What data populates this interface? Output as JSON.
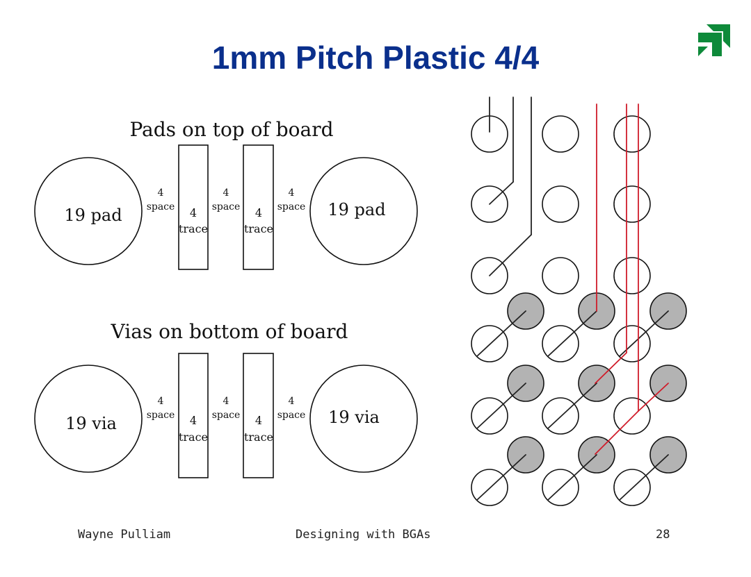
{
  "slide": {
    "title": "1mm Pitch Plastic 4/4",
    "logo_color": "#0e8a3a",
    "title_color": "#0a2f8c"
  },
  "top_section": {
    "heading": "Pads on top of board",
    "left_circle": "19 pad",
    "right_circle": "19 pad",
    "space_num": "4",
    "space_word": "space",
    "trace_num": "4",
    "trace_word": "trace"
  },
  "bottom_section": {
    "heading": "Vias on bottom of board",
    "left_circle": "19 via",
    "right_circle": "19 via",
    "space_num": "4",
    "space_word": "space",
    "trace_num": "4",
    "trace_word": "trace"
  },
  "routing_colors": {
    "trace": "#222222",
    "highlight_trace": "#d01c2a",
    "via_fill": "#b3b3b3"
  },
  "footer": {
    "author": "Wayne Pulliam",
    "topic": "Designing with BGAs",
    "page": "28"
  }
}
